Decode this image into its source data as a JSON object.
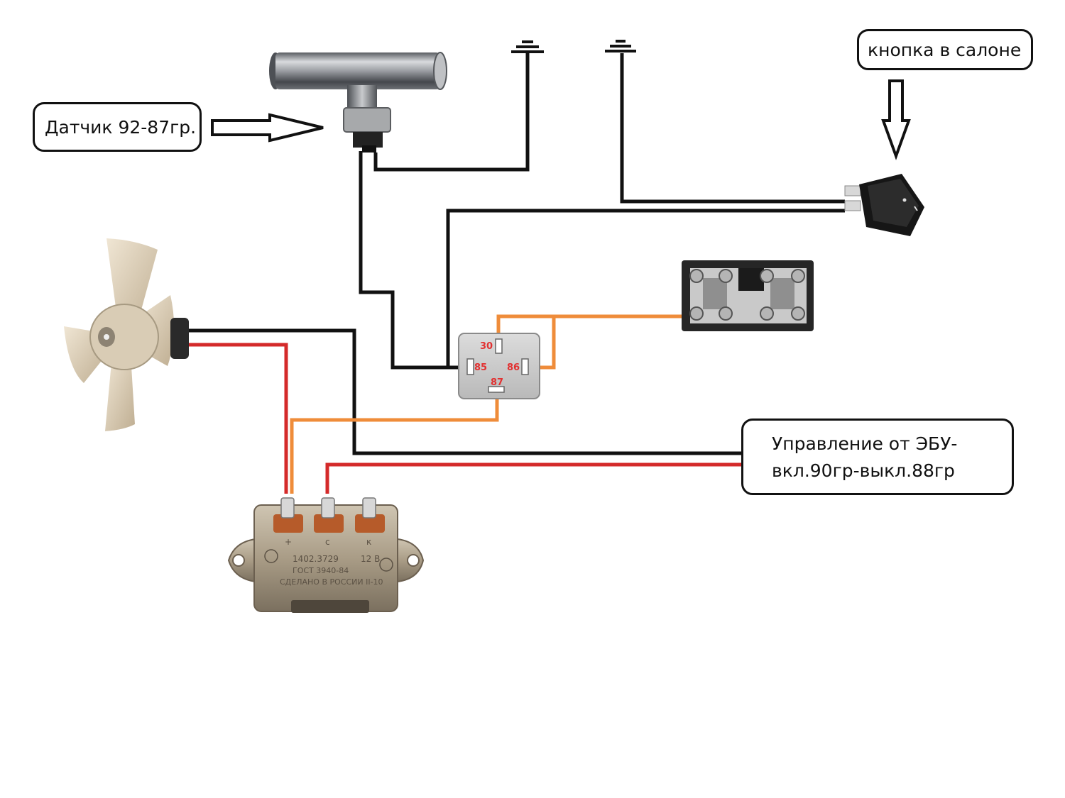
{
  "callouts": {
    "sensor": "Датчик 92-87гр.",
    "cabin_button": "кнопка в салоне",
    "ecu_line1": "Управление от ЭБУ-",
    "ecu_line2": "вкл.90гр-выкл.88гр"
  },
  "relay": {
    "pin_30": "30",
    "pin_85": "85",
    "pin_86": "86",
    "pin_87": "87"
  },
  "resistor": {
    "terminal_plus": "+",
    "terminal_c": "с",
    "terminal_k": "к",
    "marking_1": "1402.3729",
    "marking_volt": "12 В",
    "marking_2": "ГОСТ 3940-84",
    "marking_3": "СДЕЛАНО В РОССИИ II-10"
  },
  "colors": {
    "wire_black": "#111111",
    "wire_red": "#d42a2a",
    "wire_orange": "#ef8c3a",
    "relay_pin_label": "#e23030"
  }
}
